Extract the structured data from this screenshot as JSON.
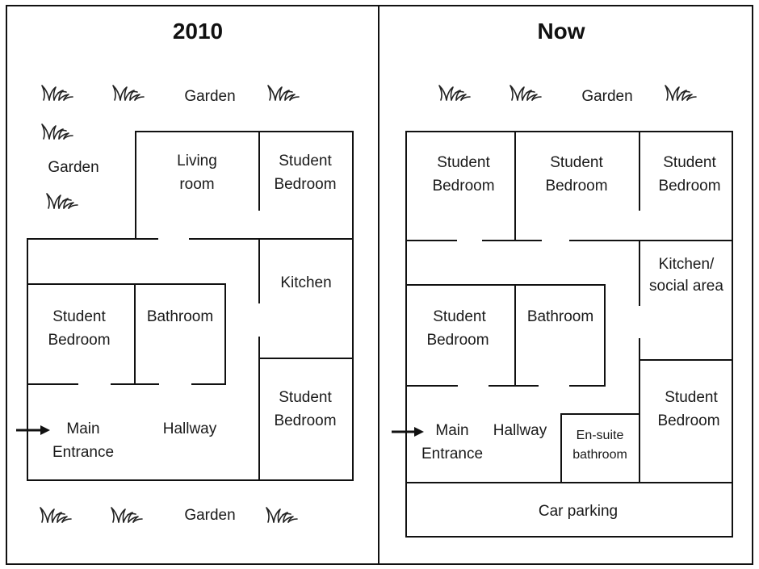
{
  "panels": [
    {
      "title": "2010",
      "labels": {
        "garden_top": "Garden",
        "garden_left": "Garden",
        "garden_bottom": "Garden",
        "living_1": "Living",
        "living_2": "room",
        "bedroom_tr_1": "Student",
        "bedroom_tr_2": "Bedroom",
        "kitchen": "Kitchen",
        "bedroom_l_1": "Student",
        "bedroom_l_2": "Bedroom",
        "bathroom": "Bathroom",
        "bedroom_br_1": "Student",
        "bedroom_br_2": "Bedroom",
        "entrance_1": "Main",
        "entrance_2": "Entrance",
        "hallway": "Hallway"
      }
    },
    {
      "title": "Now",
      "labels": {
        "garden_top": "Garden",
        "bedroom_1a": "Student",
        "bedroom_1b": "Bedroom",
        "bedroom_2a": "Student",
        "bedroom_2b": "Bedroom",
        "bedroom_3a": "Student",
        "bedroom_3b": "Bedroom",
        "kitchen_1": "Kitchen/",
        "kitchen_2": "social area",
        "bedroom_l_1": "Student",
        "bedroom_l_2": "Bedroom",
        "bathroom": "Bathroom",
        "bedroom_br_1": "Student",
        "bedroom_br_2": "Bedroom",
        "entrance_1": "Main",
        "entrance_2": "Entrance",
        "hallway": "Hallway",
        "ensuite_1": "En-suite",
        "ensuite_2": "bathroom",
        "car_parking": "Car parking"
      }
    }
  ]
}
